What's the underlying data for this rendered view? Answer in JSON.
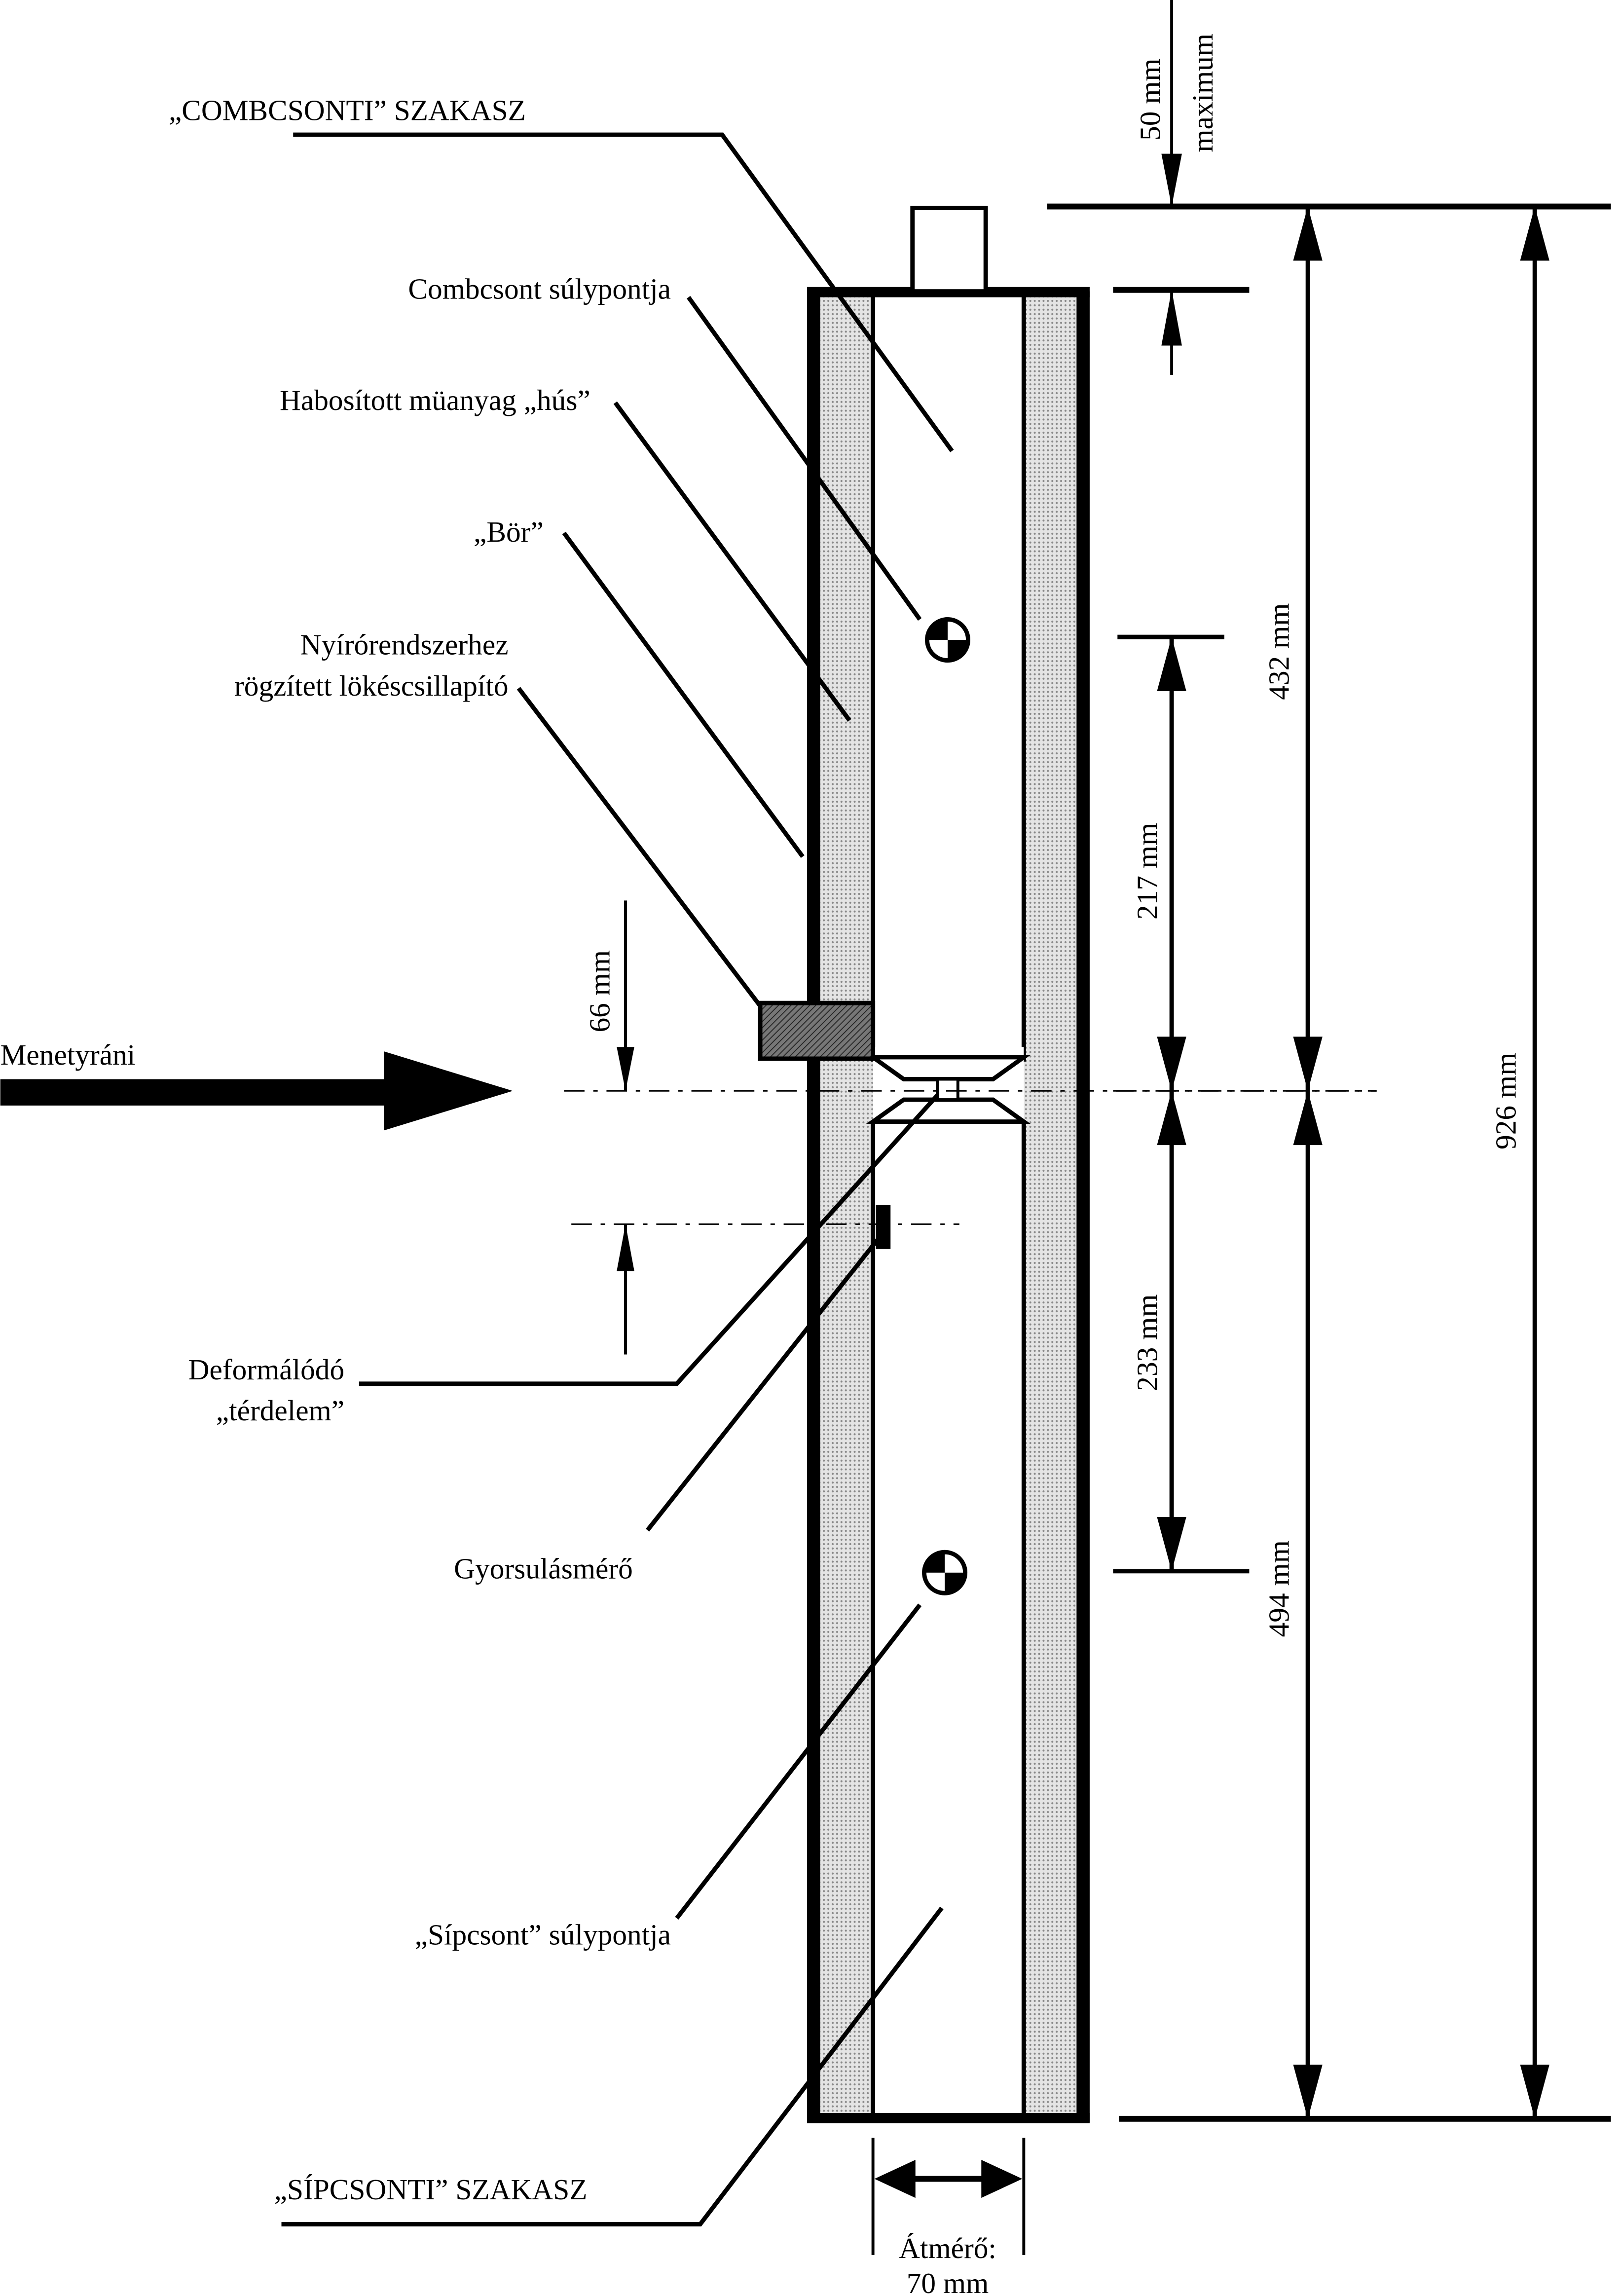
{
  "labels": {
    "femur_section": "„COMBCSONTI” SZAKASZ",
    "femur_cog": "Combcsont súlypontja",
    "foam_flesh": "Habosított müanyag „hús”",
    "skin": "„Bör”",
    "damper_line1": "Nyírórendszerhez",
    "damper_line2": "rögzített lökéscsillapító",
    "direction": "Menetyráni",
    "knee_line1": "Deformálódó",
    "knee_line2": "„térdelem”",
    "accelerometer": "Gyorsulásmérő",
    "tibia_cog": "„Sípcsont” súlypontja",
    "tibia_section": "„SÍPCSONTI” SZAKASZ",
    "diameter_line1": "Átmérő:",
    "diameter_line2": "70 mm"
  },
  "dimensions": {
    "top_max_line1": "50 mm",
    "top_max_line2": "maximum",
    "impact_offset": "66 mm",
    "upper_to_knee": "217 mm",
    "knee_to_lower": "233 mm",
    "femur_length": "432 mm",
    "tibia_length": "494 mm",
    "total_length": "926 mm"
  },
  "colors": {
    "ink": "#000000",
    "foam": "#c8c8c8",
    "damper": "#555555"
  }
}
